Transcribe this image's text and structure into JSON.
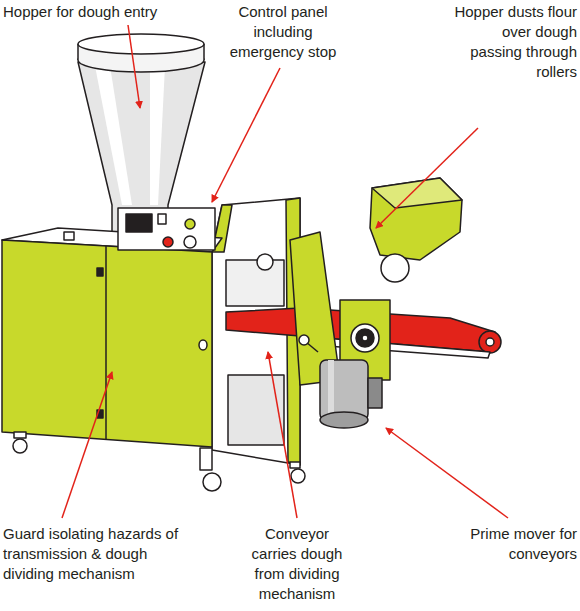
{
  "diagram": {
    "labels": [
      "Hopper for dough entry",
      "Control panel including emergency stop",
      "Hopper dusts flour over dough passing through rollers",
      "Guard isolating hazards of transmission & dough dividing mechanism",
      "Conveyor carries dough from dividing mechanism",
      "Prime mover for conveyors"
    ]
  }
}
